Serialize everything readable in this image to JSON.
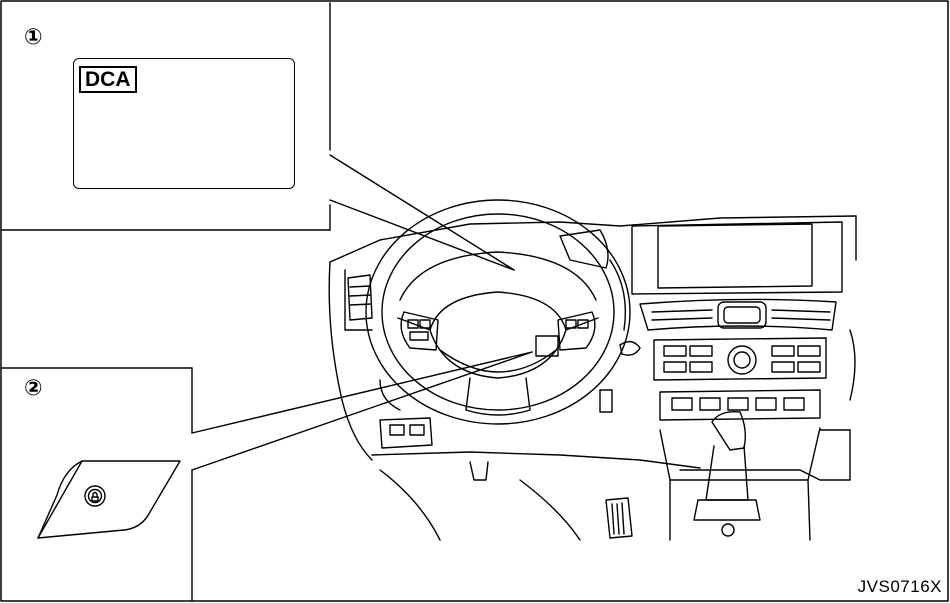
{
  "callouts": {
    "one": "①",
    "two": "②"
  },
  "indicator": {
    "label": "DCA"
  },
  "figure": {
    "code": "JVS0716X"
  },
  "colors": {
    "line": "#000000",
    "background": "#ffffff"
  }
}
